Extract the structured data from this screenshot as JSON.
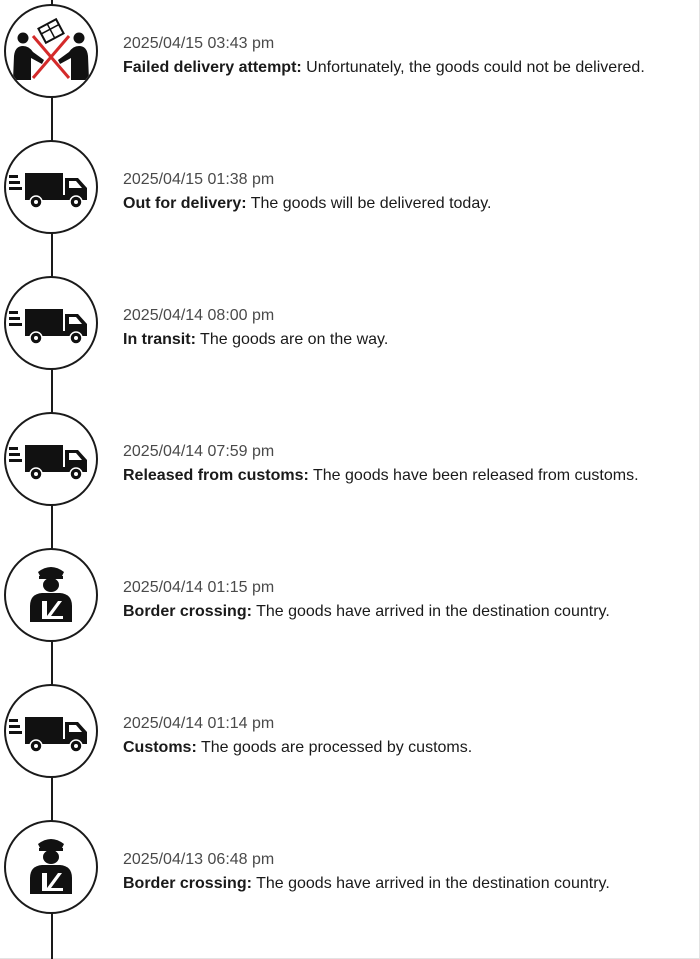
{
  "events": [
    {
      "datetime": "2025/04/15 03:43 pm",
      "status": "Failed delivery attempt:",
      "description": " Unfortunately, the goods could not be delivered.",
      "icon": "failed-delivery-icon"
    },
    {
      "datetime": "2025/04/15 01:38 pm",
      "status": "Out for delivery:",
      "description": " The goods will be delivered today.",
      "icon": "truck-icon"
    },
    {
      "datetime": "2025/04/14 08:00 pm",
      "status": "In transit:",
      "description": " The goods are on the way.",
      "icon": "truck-icon"
    },
    {
      "datetime": "2025/04/14 07:59 pm",
      "status": "Released from customs:",
      "description": " The goods have been released from customs.",
      "icon": "truck-icon"
    },
    {
      "datetime": "2025/04/14 01:15 pm",
      "status": "Border crossing:",
      "description": " The goods have arrived in the destination country.",
      "icon": "customs-officer-icon"
    },
    {
      "datetime": "2025/04/14 01:14 pm",
      "status": "Customs:",
      "description": " The goods are processed by customs.",
      "icon": "truck-icon"
    },
    {
      "datetime": "2025/04/13 06:48 pm",
      "status": "Border crossing:",
      "description": " The goods have arrived in the destination country.",
      "icon": "customs-officer-icon"
    }
  ],
  "colors": {
    "line": "#1a1a1a",
    "icon_fill": "#111111",
    "failed_mark": "#d42a2a",
    "date_text": "#4a4a4a"
  }
}
